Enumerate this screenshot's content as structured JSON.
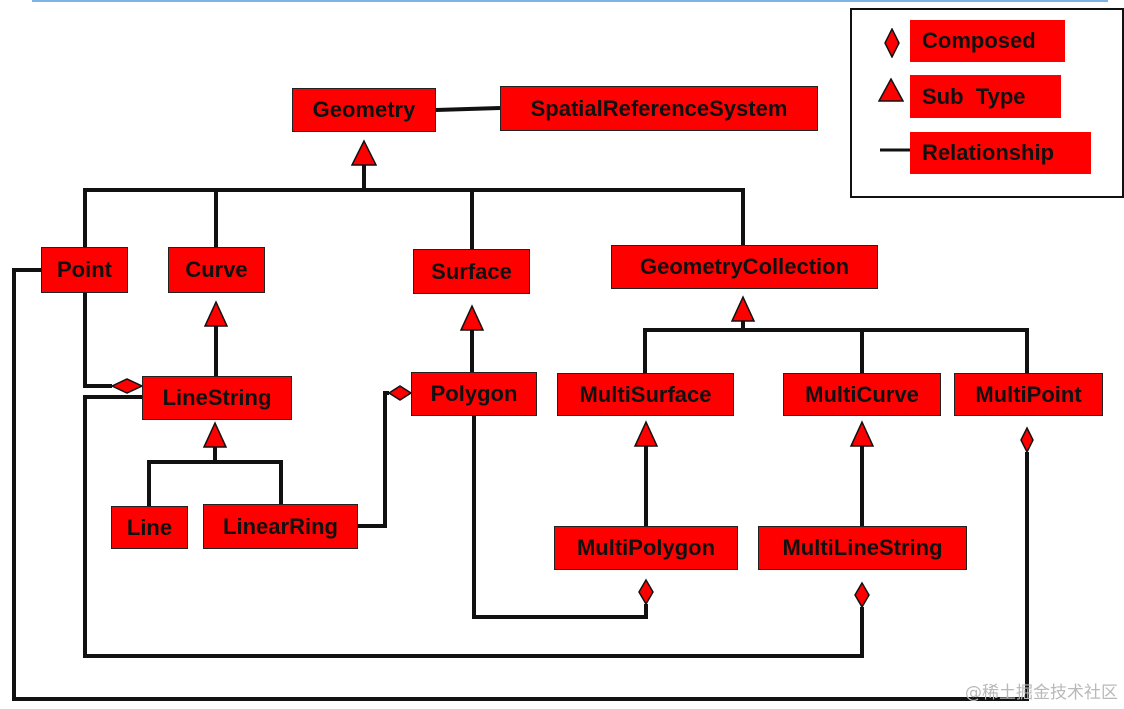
{
  "colors": {
    "node_fill": "#ff0000",
    "line": "#111111"
  },
  "nodes": {
    "geometry": "Geometry",
    "spatial_reference_system": "SpatialReferenceSystem",
    "point": "Point",
    "curve": "Curve",
    "surface": "Surface",
    "geometry_collection": "GeometryCollection",
    "line_string": "LineString",
    "polygon": "Polygon",
    "multi_surface": "MultiSurface",
    "multi_curve": "MultiCurve",
    "multi_point": "MultiPoint",
    "line": "Line",
    "linear_ring": "LinearRing",
    "multi_polygon": "MultiPolygon",
    "multi_line_string": "MultiLineString"
  },
  "legend": [
    {
      "label": "Composed",
      "icon": "diamond-icon"
    },
    {
      "label": "Sub  Type",
      "icon": "triangle-icon"
    },
    {
      "label": "Relationship",
      "icon": "line-icon"
    }
  ],
  "watermark": "@稀土掘金技术社区"
}
